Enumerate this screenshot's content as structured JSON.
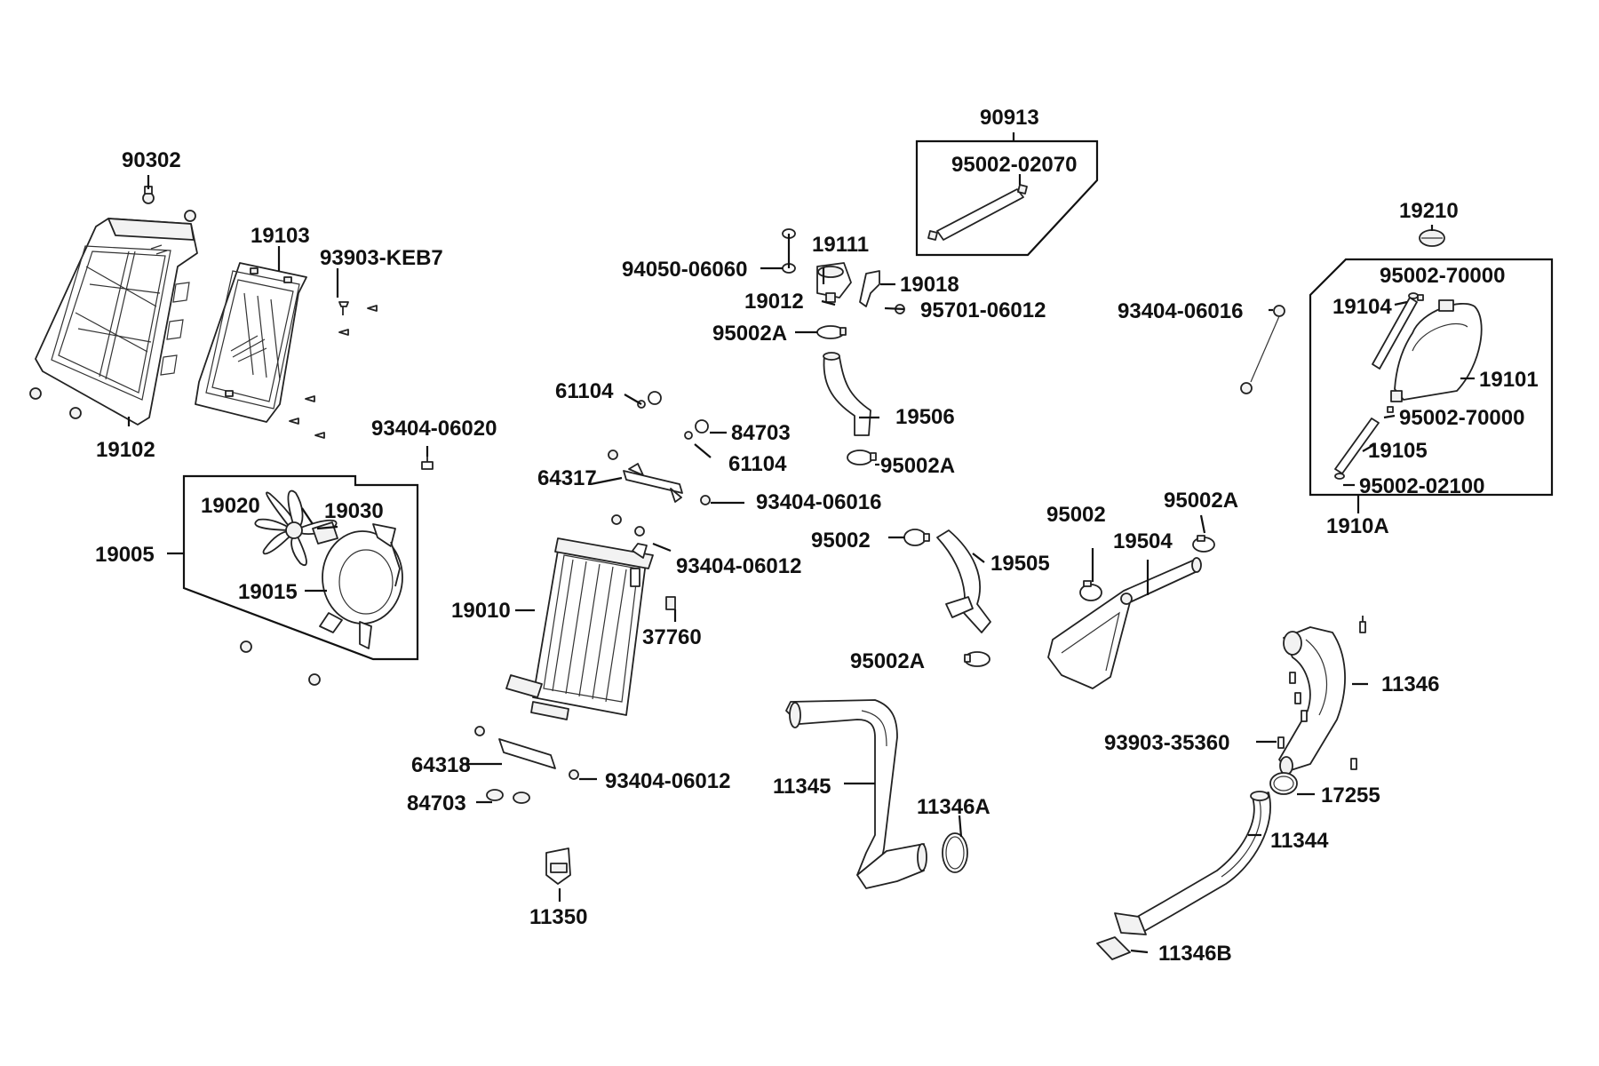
{
  "labels": {
    "l_90302": "90302",
    "l_19103": "19103",
    "l_93903_keb7": "93903-KEB7",
    "l_19102": "19102",
    "l_93404_06020": "93404-06020",
    "l_19020": "19020",
    "l_19030": "19030",
    "l_19005": "19005",
    "l_19015": "19015",
    "l_90913": "90913",
    "l_95002_02070": "95002-02070",
    "l_19111": "19111",
    "l_94050_06060": "94050-06060",
    "l_19018": "19018",
    "l_19012": "19012",
    "l_95701_06012": "95701-06012",
    "l_95002a_1": "95002A",
    "l_61104_1": "61104",
    "l_19506": "19506",
    "l_84703_1": "84703",
    "l_61104_2": "61104",
    "l_95002a_2": "95002A",
    "l_64317": "64317",
    "l_93404_06016_1": "93404-06016",
    "l_95002_1": "95002",
    "l_93404_06012_1": "93404-06012",
    "l_19505": "19505",
    "l_19010": "19010",
    "l_37760": "37760",
    "l_95002_2": "95002",
    "l_95002a_3": "95002A",
    "l_19504": "19504",
    "l_95002a_4": "95002A",
    "l_19210": "19210",
    "l_95002_70000_1": "95002-70000",
    "l_19104": "19104",
    "l_93404_06016_2": "93404-06016",
    "l_19101": "19101",
    "l_95002_70000_2": "95002-70000",
    "l_19105": "19105",
    "l_95002_02100": "95002-02100",
    "l_1910a": "1910A",
    "l_11346": "11346",
    "l_93903_35360": "93903-35360",
    "l_17255": "17255",
    "l_11344": "11344",
    "l_11346b": "11346B",
    "l_64318": "64318",
    "l_93404_06012_2": "93404-06012",
    "l_84703_2": "84703",
    "l_11345": "11345",
    "l_11346a": "11346A",
    "l_11350": "11350"
  }
}
